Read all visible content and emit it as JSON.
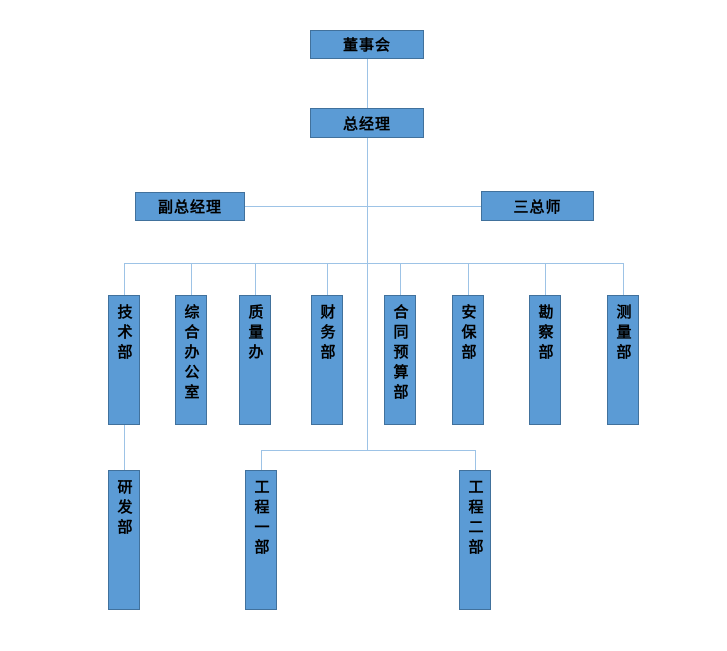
{
  "diagram": {
    "type": "org-chart",
    "colors": {
      "box_fill": "#5B9BD5",
      "box_border": "#41719C",
      "connector_line": "#9DC3E6",
      "text": "#000000",
      "background": "#ffffff"
    },
    "nodes": {
      "board": {
        "label": "董事会"
      },
      "general_manager": {
        "label": "总经理"
      },
      "deputy_general_manager": {
        "label": "副总经理"
      },
      "chief_engineers": {
        "label": "三总师"
      },
      "departments": [
        {
          "label": "技术部"
        },
        {
          "label": "综合办公室"
        },
        {
          "label": "质量办"
        },
        {
          "label": "财务部"
        },
        {
          "label": "合同预算部"
        },
        {
          "label": "安保部"
        },
        {
          "label": "勘察部"
        },
        {
          "label": "测量部"
        }
      ],
      "rnd": {
        "label": "研发部"
      },
      "engineering_1": {
        "label": "工程一部"
      },
      "engineering_2": {
        "label": "工程二部"
      }
    }
  }
}
